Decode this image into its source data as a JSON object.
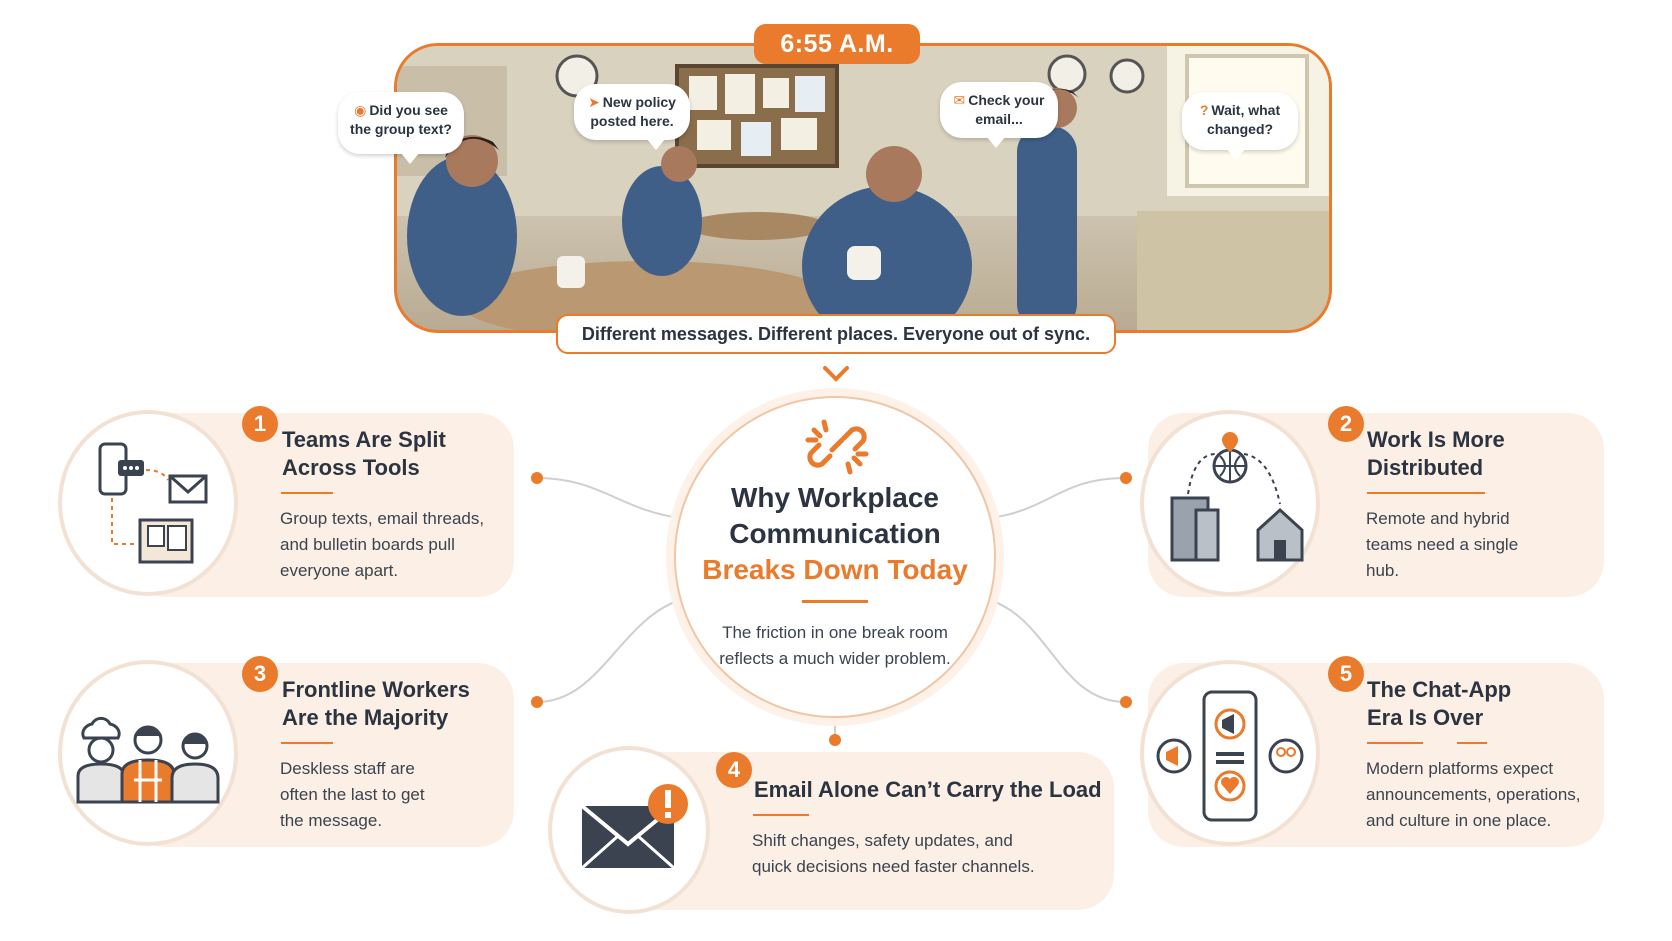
{
  "scene": {
    "time": "6:55 A.M.",
    "bubbles": [
      {
        "icon": "chat-icon",
        "text": "Did you see the group text?"
      },
      {
        "icon": "pin-icon",
        "text": "New policy posted here."
      },
      {
        "icon": "email-icon",
        "text": "Check your email..."
      },
      {
        "icon": "question-icon",
        "text": "Wait, what changed?"
      }
    ],
    "caption": "Different messages. Different places. Everyone out of sync."
  },
  "center": {
    "title_line1": "Why Workplace",
    "title_line2": "Communication",
    "title_line3": "Breaks Down Today",
    "description": "The friction in one break room reflects a much wider problem."
  },
  "cards": [
    {
      "number": "1",
      "title_line1": "Teams Are Split",
      "title_line2": "Across Tools",
      "text": "Group texts, email threads, and bulletin boards pull everyone apart."
    },
    {
      "number": "2",
      "title_line1": "Work Is More",
      "title_line2": "Distributed",
      "text": "Remote and hybrid teams need a single hub."
    },
    {
      "number": "3",
      "title_line1": "Frontline Workers",
      "title_line2": "Are the Majority",
      "text": "Deskless staff are often the last to get the message."
    },
    {
      "number": "4",
      "title_line1": "Email Alone Can’t Carry the Load",
      "title_line2": "",
      "text": "Shift changes, safety updates, and quick decisions need faster channels."
    },
    {
      "number": "5",
      "title_line1": "The Chat-App",
      "title_line2": "Era Is Over",
      "text": "Modern platforms expect announcements, operations, and culture in one place."
    }
  ],
  "colors": {
    "accent": "#ea7a2c",
    "text": "#2b3440",
    "card_bg": "#fcefe5"
  }
}
